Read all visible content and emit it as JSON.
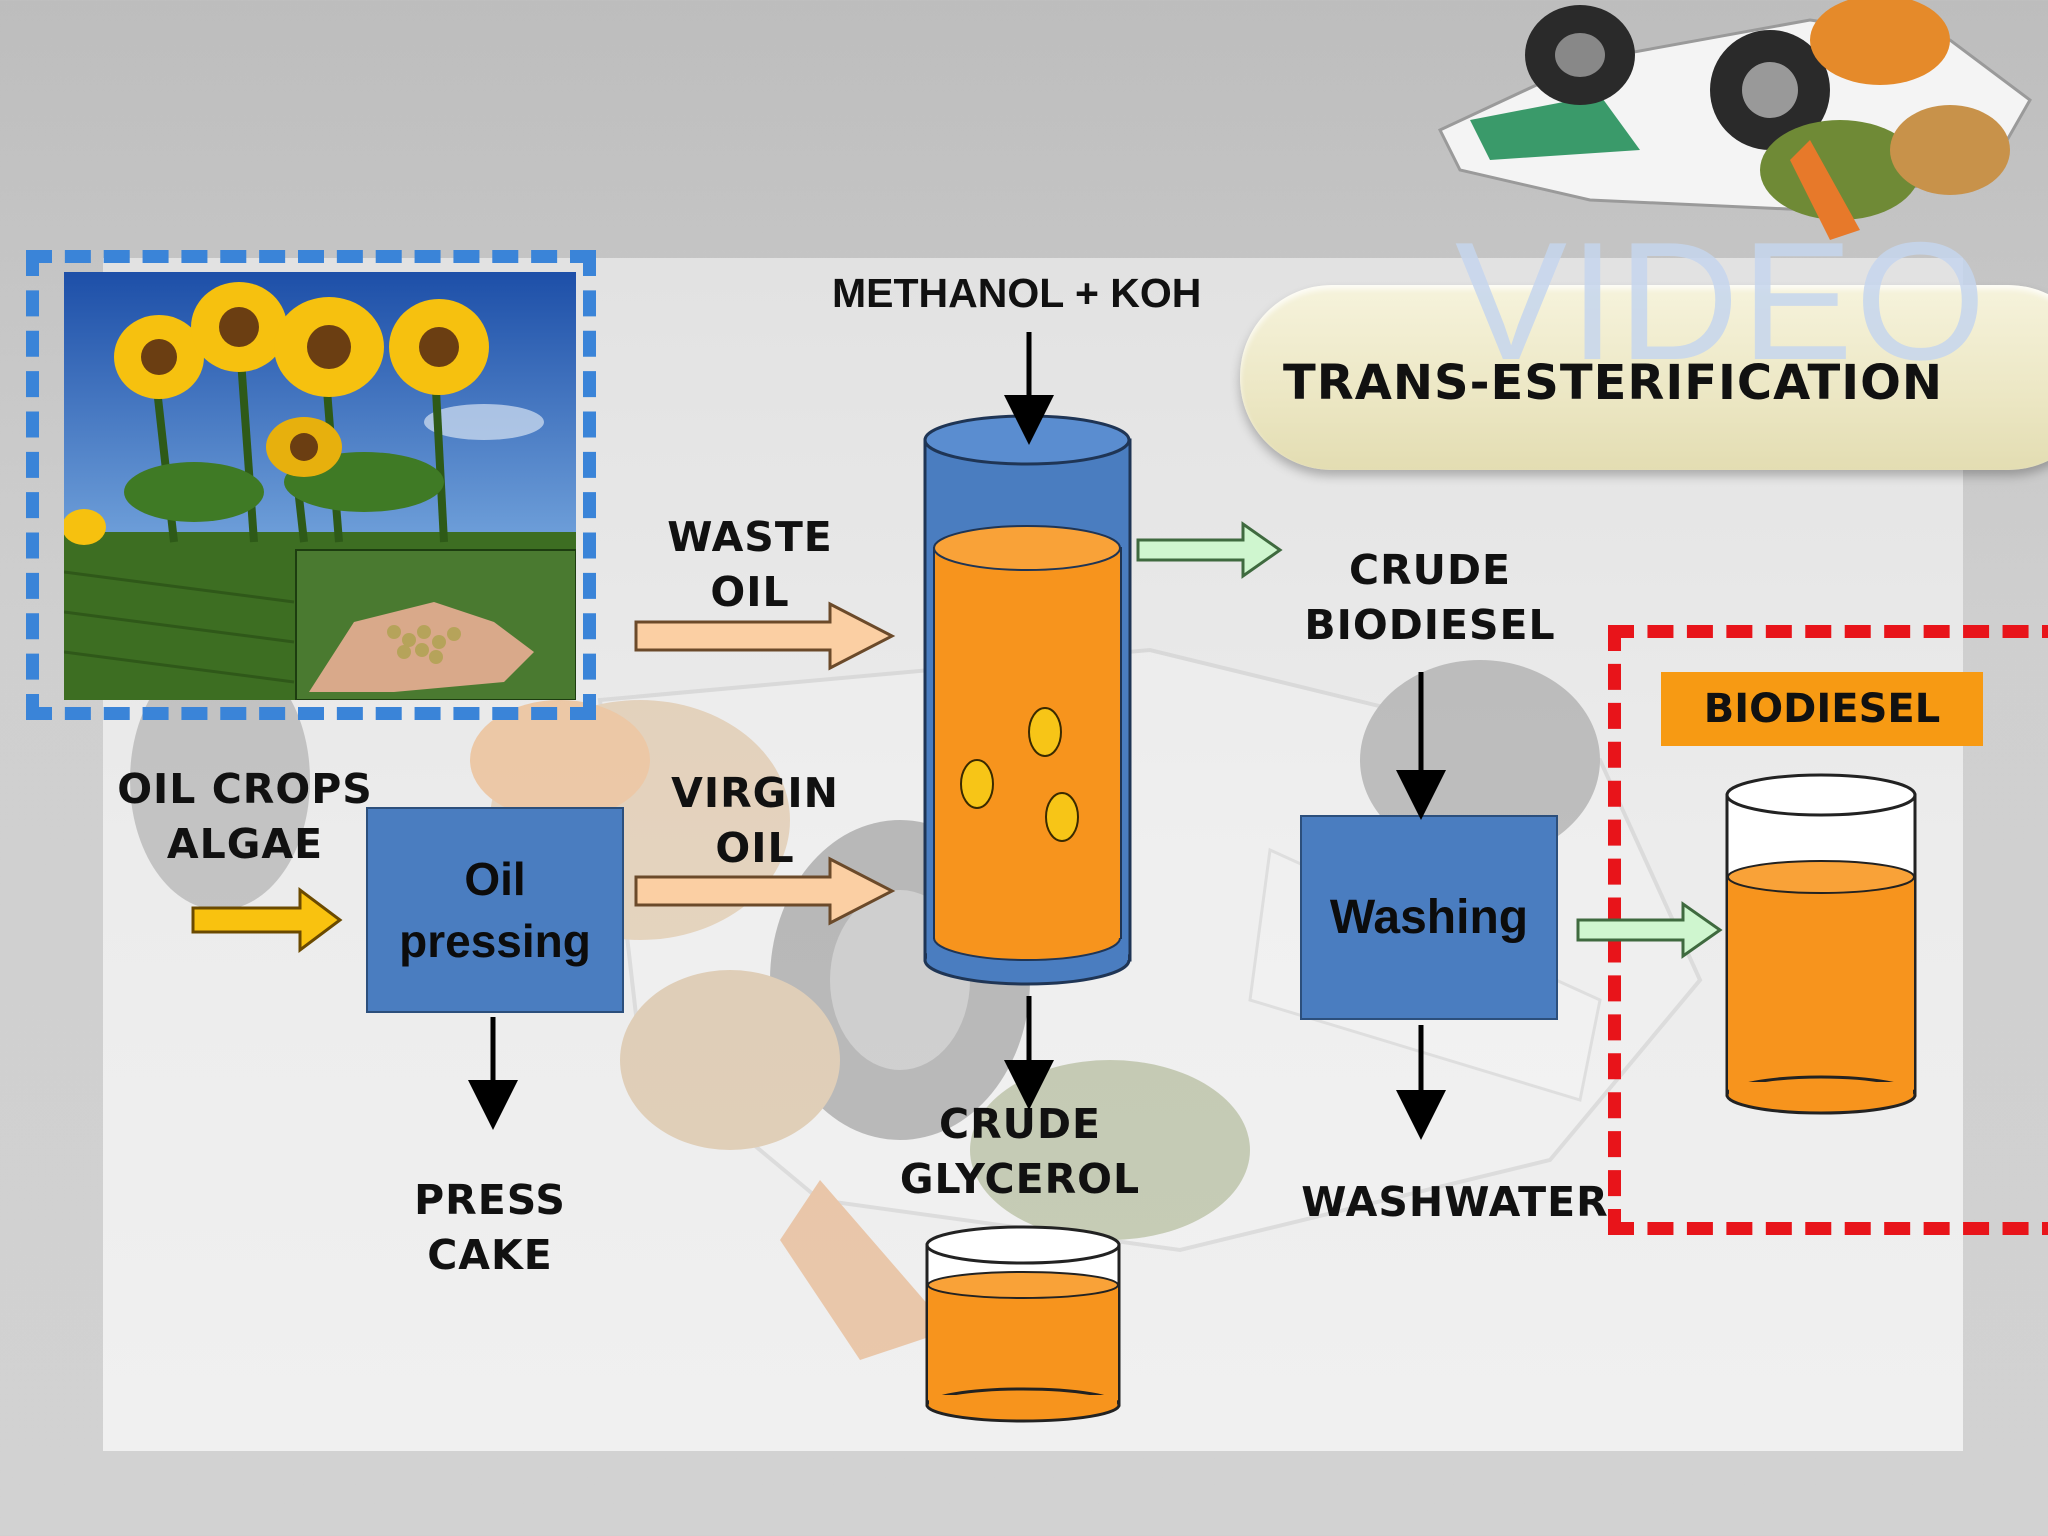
{
  "title_tag": "VIDEO",
  "process_title": "TRANS-ESTERIFICATION",
  "inputs": {
    "methanol_koh": "METHANOL + KOH",
    "waste_oil": [
      "WASTE",
      "OIL"
    ],
    "virgin_oil": [
      "VIRGIN",
      "OIL"
    ],
    "oil_crops": [
      "OIL CROPS",
      "ALGAE"
    ]
  },
  "boxes": {
    "oil_pressing": [
      "Oil",
      "pressing"
    ],
    "washing": "Washing"
  },
  "outputs": {
    "press_cake": [
      "PRESS",
      "CAKE"
    ],
    "crude_glycerol": [
      "CRUDE",
      "GLYCEROL"
    ],
    "crude_biodiesel": [
      "CRUDE",
      "BIODIESEL"
    ],
    "washwater": "WASHWATER",
    "biodiesel": "BIODIESEL"
  },
  "colors": {
    "reactor_blue": "#4a7dc0",
    "liquid_orange": "#f7941d",
    "bubble_yellow": "#f7c517",
    "arrow_peach": "#fbcfa3",
    "arrow_green": "#cff6cf",
    "arrow_yellow": "#f9c20f",
    "frame_blue": "#3a84d8",
    "frame_red": "#e8141a"
  }
}
